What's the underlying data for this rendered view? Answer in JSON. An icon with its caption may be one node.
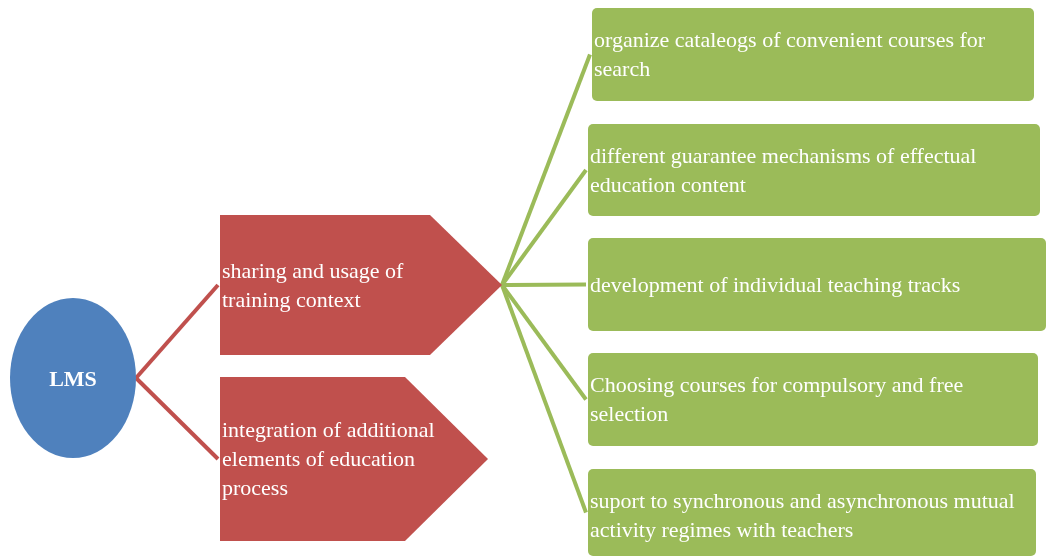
{
  "diagram": {
    "nodes": [
      {
        "text": [
          "LMS"
        ]
      },
      {
        "text": [
          "sharing and usage of training context"
        ]
      },
      {
        "text": [
          "integration of additional elements of education process"
        ]
      },
      {
        "text": [
          "organize cataleogs of convenient courses for search"
        ]
      },
      {
        "text": [
          "different guarantee mechanisms of effectual education content"
        ]
      },
      {
        "text": [
          "development of individual teaching tracks"
        ]
      },
      {
        "text": [
          "Choosing courses for compulsory and free selection"
        ]
      },
      {
        "text": [
          "suport to synchronous and asynchronous mutual activity regimes with teachers"
        ]
      }
    ],
    "edges": [
      {
        "from": 0,
        "to": 1,
        "arrow": "none",
        "color": "#c0504d"
      },
      {
        "from": 0,
        "to": 2,
        "arrow": "none",
        "color": "#c0504d"
      },
      {
        "from": 1,
        "to": 3,
        "arrow": "none"
      },
      {
        "from": 1,
        "to": 4,
        "arrow": "none"
      },
      {
        "from": 1,
        "to": 5,
        "arrow": "none"
      },
      {
        "from": 1,
        "to": 6,
        "arrow": "none"
      },
      {
        "from": 1,
        "to": 7,
        "arrow": "none"
      }
    ]
  }
}
